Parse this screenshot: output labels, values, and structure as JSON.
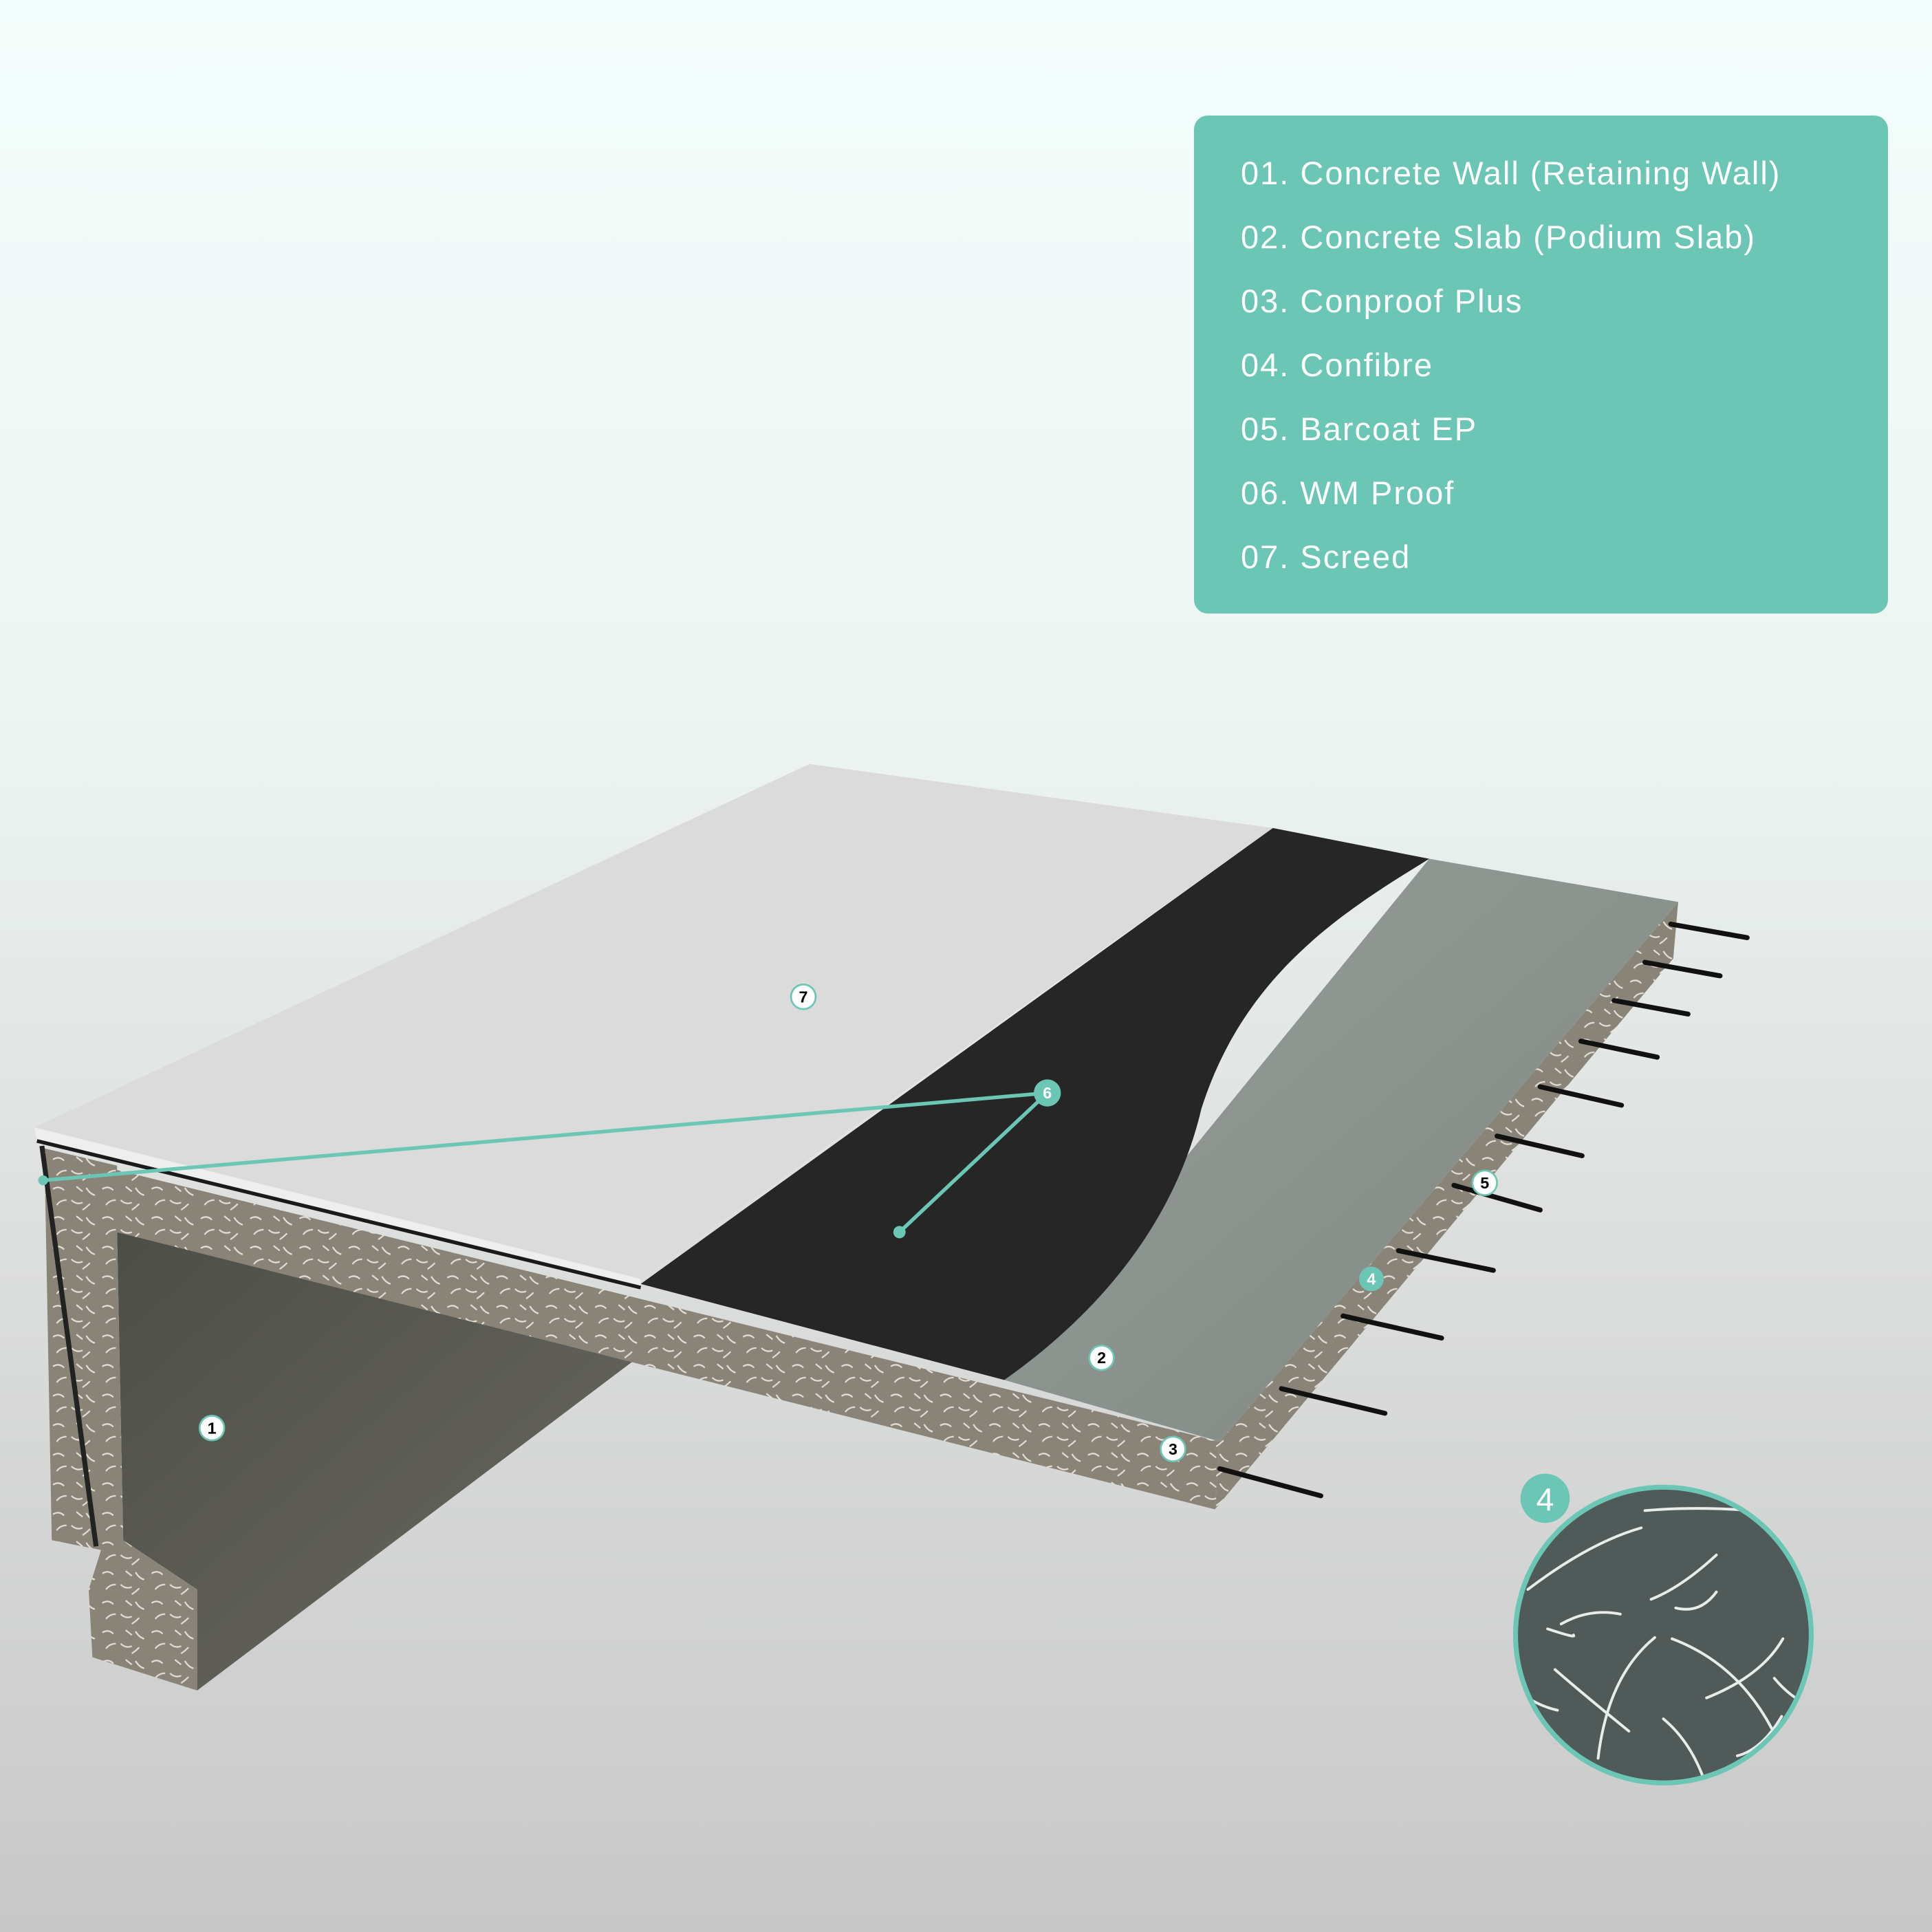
{
  "colors": {
    "accent": "#6cc6b5",
    "screed": "#dcdcdc",
    "membrane": "#262626",
    "slab": "#8f9692",
    "concrete_cut": "#8a8478",
    "wall_face": "#5d5d55",
    "rebar": "#111111"
  },
  "legend": {
    "items": [
      "01. Concrete Wall (Retaining Wall)",
      "02. Concrete Slab (Podium Slab)",
      "03. Conproof Plus",
      "04. Confibre",
      "05. Barcoat EP",
      "06. WM Proof",
      "07. Screed"
    ]
  },
  "markers": {
    "m1": "1",
    "m2": "2",
    "m3": "3",
    "m4": "4",
    "m5": "5",
    "m6": "6",
    "m7": "7"
  },
  "detail": {
    "badge": "4"
  }
}
